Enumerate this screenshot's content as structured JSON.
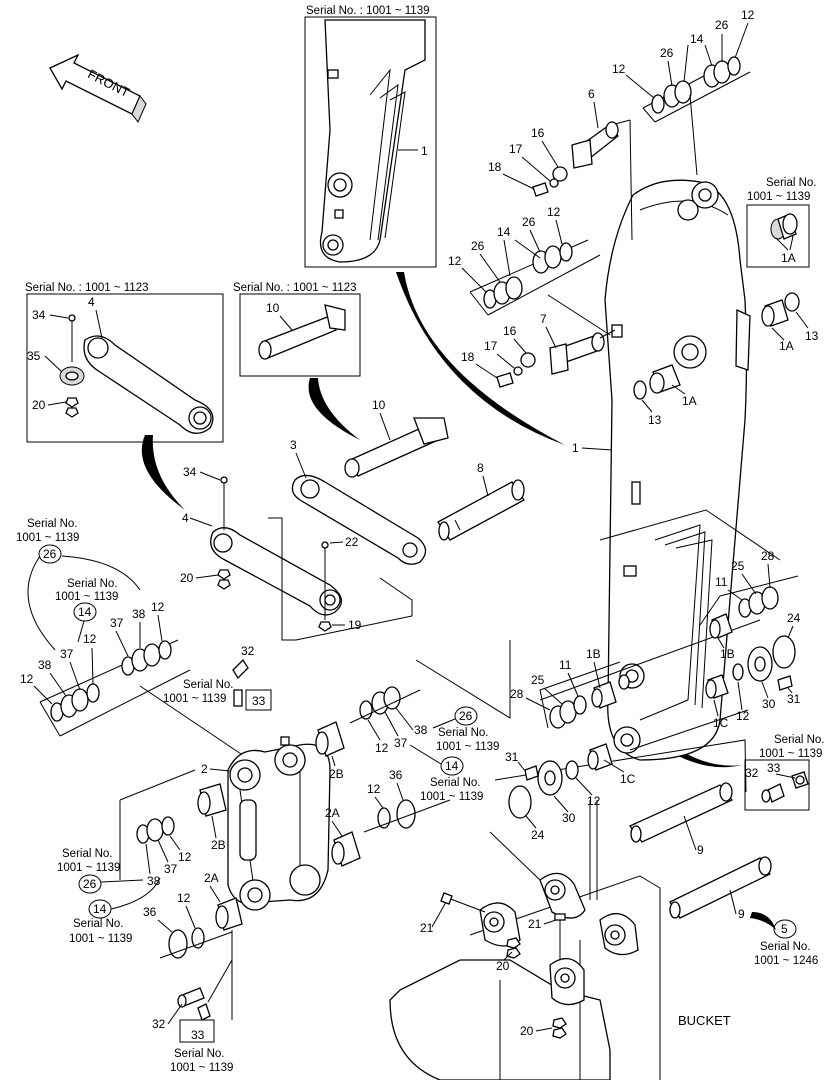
{
  "direction_label": "FRONT",
  "bucket_label": "BUCKET",
  "inset_serials": {
    "arm_top": "Serial No. : 1001 ~ 1139",
    "link4": "Serial No. : 1001 ~ 1123",
    "pin10": "Serial No. : 1001 ~ 1123"
  },
  "serial_notes": {
    "prefix": "Serial No.",
    "r1139": "1001 ~ 1139",
    "r1246": "1001 ~ 1246"
  },
  "labels": {
    "n1": "1",
    "n1A": "1A",
    "n1B": "1B",
    "n1C": "1C",
    "n2": "2",
    "n2A": "2A",
    "n2B": "2B",
    "n3": "3",
    "n4": "4",
    "n5": "5",
    "n6": "6",
    "n7": "7",
    "n8": "8",
    "n9": "9",
    "n10": "10",
    "n11": "11",
    "n12": "12",
    "n13": "13",
    "n14": "14",
    "n16": "16",
    "n17": "17",
    "n18": "18",
    "n19": "19",
    "n20": "20",
    "n21": "21",
    "n22": "22",
    "n24": "24",
    "n25": "25",
    "n26": "26",
    "n28": "28",
    "n30": "30",
    "n31": "31",
    "n32": "32",
    "n33": "33",
    "n34": "34",
    "n35": "35",
    "n36": "36",
    "n37": "37",
    "n38": "38"
  }
}
